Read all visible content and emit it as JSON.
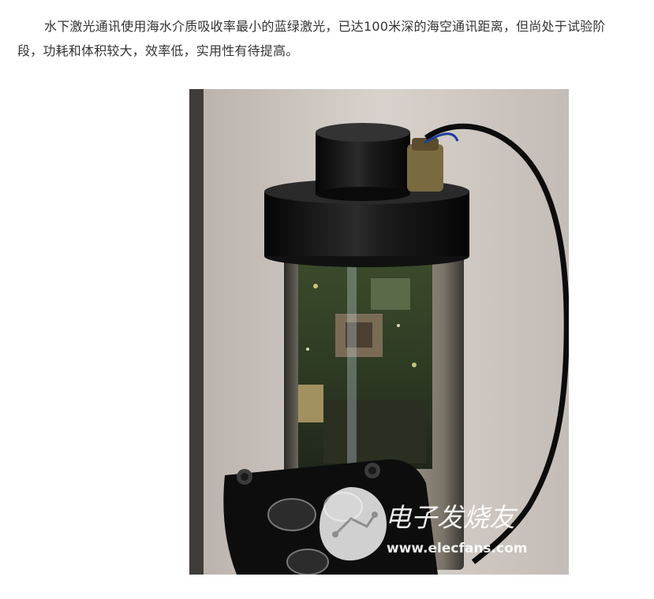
{
  "article": {
    "paragraph": "水下激光通讯使用海水介质吸收率最小的蓝绿激光，已达100米深的海空通讯距离，但尚处于试验阶段，功耗和体积较大，效率低，实用性有待提高。"
  },
  "photo": {
    "watermark_brand": "电子发烧友",
    "watermark_url": "www.elecfans.com"
  }
}
